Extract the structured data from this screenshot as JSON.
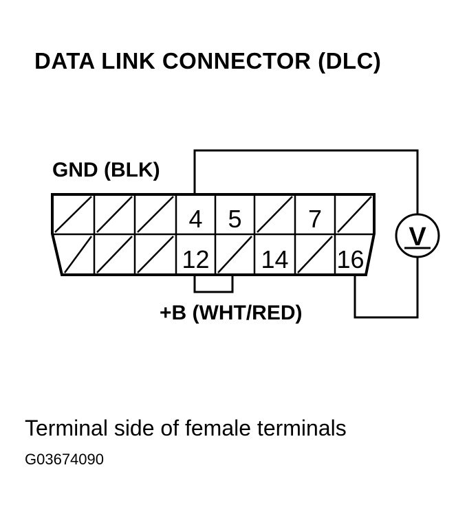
{
  "title": "DATA LINK CONNECTOR (DLC)",
  "gnd_label": "GND (BLK)",
  "b_label": "+B (WHT/RED)",
  "caption": "Terminal side of female terminals",
  "figure_code": "G03674090",
  "meter_symbol": "V",
  "connector": {
    "top_row": [
      "",
      "",
      "",
      "4",
      "5",
      "",
      "7",
      ""
    ],
    "bottom_row": [
      "",
      "",
      "",
      "12",
      "",
      "14",
      "",
      "16"
    ]
  }
}
